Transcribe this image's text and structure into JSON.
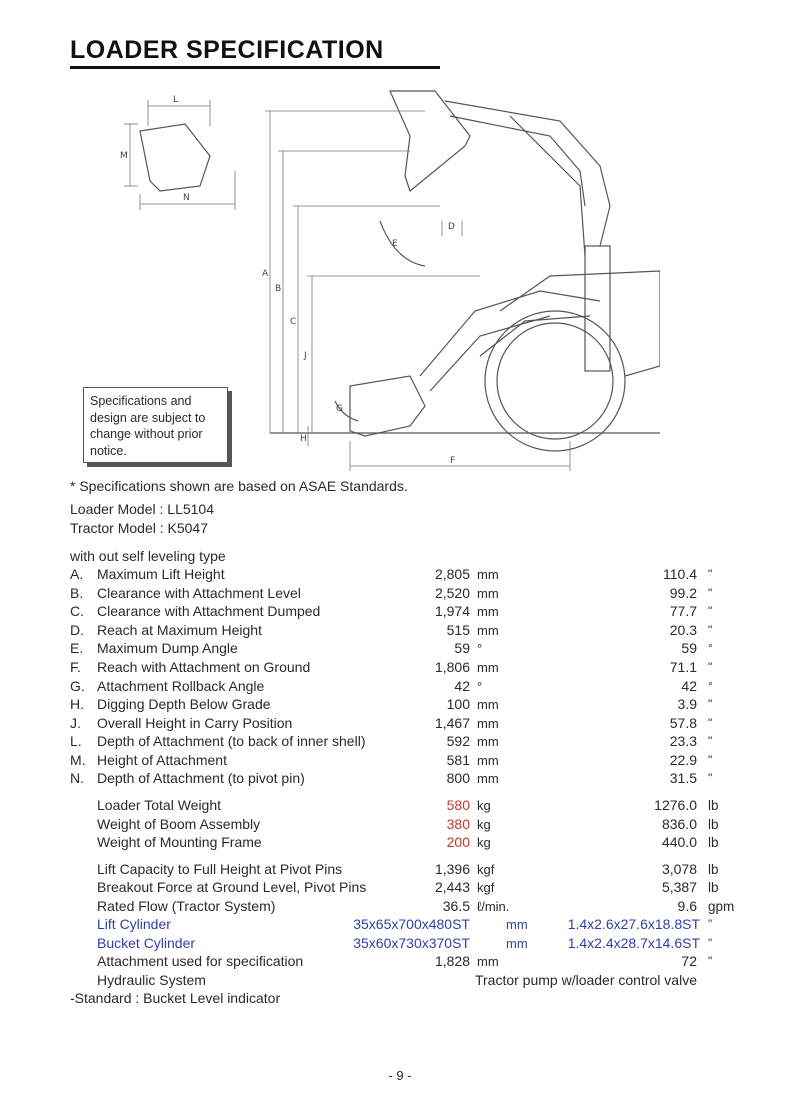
{
  "title": "LOADER SPECIFICATION",
  "diagram": {
    "labels": {
      "A": "A",
      "B": "B",
      "C": "C",
      "D": "D",
      "E": "E",
      "F": "F",
      "G": "G",
      "H": "H",
      "J": "J",
      "L": "L",
      "M": "M",
      "N": "N"
    }
  },
  "notice": "Specifications and design are subject to change without prior notice.",
  "asae_note": "* Specifications shown are based on ASAE Standards.",
  "loader_model": "Loader Model : LL5104",
  "tractor_model": "Tractor Model : K5047",
  "section_label": "with out self leveling type",
  "specs": [
    {
      "letter": "A.",
      "label": "Maximum Lift Height",
      "metric": "2,805",
      "munit": "mm",
      "imp": "110.4",
      "iunit": "\""
    },
    {
      "letter": "B.",
      "label": "Clearance with Attachment Level",
      "metric": "2,520",
      "munit": "mm",
      "imp": "99.2",
      "iunit": "\""
    },
    {
      "letter": "C.",
      "label": "Clearance with Attachment Dumped",
      "metric": "1,974",
      "munit": "mm",
      "imp": "77.7",
      "iunit": "\""
    },
    {
      "letter": "D.",
      "label": "Reach at Maximum Height",
      "metric": "515",
      "munit": "mm",
      "imp": "20.3",
      "iunit": "\""
    },
    {
      "letter": "E.",
      "label": "Maximum Dump Angle",
      "metric": "59",
      "munit": "°",
      "imp": "59",
      "iunit": "°"
    },
    {
      "letter": "F.",
      "label": "Reach with Attachment on Ground",
      "metric": "1,806",
      "munit": "mm",
      "imp": "71.1",
      "iunit": "\""
    },
    {
      "letter": "G.",
      "label": "Attachment Rollback Angle",
      "metric": "42",
      "munit": "°",
      "imp": "42",
      "iunit": "°"
    },
    {
      "letter": "H.",
      "label": "Digging Depth Below Grade",
      "metric": "100",
      "munit": "mm",
      "imp": "3.9",
      "iunit": "\""
    },
    {
      "letter": "J.",
      "label": "Overall Height in Carry Position",
      "metric": "1,467",
      "munit": "mm",
      "imp": "57.8",
      "iunit": "\""
    },
    {
      "letter": "L.",
      "label": "Depth of Attachment (to back of inner shell)",
      "metric": "592",
      "munit": "mm",
      "imp": "23.3",
      "iunit": "\""
    },
    {
      "letter": "M.",
      "label": "Height of Attachment",
      "metric": "581",
      "munit": "mm",
      "imp": "22.9",
      "iunit": "\""
    },
    {
      "letter": "N.",
      "label": "Depth of Attachment (to pivot pin)",
      "metric": "800",
      "munit": "mm",
      "imp": "31.5",
      "iunit": "\""
    }
  ],
  "weights": [
    {
      "label": "Loader Total Weight",
      "metric": "580",
      "munit": "kg",
      "imp": "1276.0",
      "iunit": "lb"
    },
    {
      "label": "Weight of Boom Assembly",
      "metric": "380",
      "munit": "kg",
      "imp": "836.0",
      "iunit": "lb"
    },
    {
      "label": "Weight of Mounting Frame",
      "metric": "200",
      "munit": "kg",
      "imp": "440.0",
      "iunit": "lb"
    }
  ],
  "performance": [
    {
      "label": "Lift Capacity to Full Height at Pivot Pins",
      "metric": "1,396",
      "munit": "kgf",
      "imp": "3,078",
      "iunit": "lb"
    },
    {
      "label": "Breakout Force at Ground Level, Pivot Pins",
      "metric": "2,443",
      "munit": "kgf",
      "imp": "5,387",
      "iunit": "lb"
    },
    {
      "label": "Rated Flow (Tractor System)",
      "metric": "36.5",
      "munit": "ℓ/min.",
      "imp": "9.6",
      "iunit": "gpm"
    },
    {
      "label": "Lift Cylinder",
      "metric": "35x65x700x480ST",
      "munit": "mm",
      "imp": "1.4x2.6x27.6x18.8ST",
      "iunit": "\""
    },
    {
      "label": "Bucket Cylinder",
      "metric": "35x60x730x370ST",
      "munit": "mm",
      "imp": "1.4x2.4x28.7x14.6ST",
      "iunit": "\""
    },
    {
      "label": "Attachment used for specification",
      "metric": "1,828",
      "munit": "mm",
      "imp": "72",
      "iunit": "\""
    }
  ],
  "hydraulic": {
    "label": "Hydraulic System",
    "value": "Tractor pump w/loader control valve"
  },
  "standard": "-Standard : Bucket Level indicator",
  "page_number": "- 9 -",
  "colors": {
    "weight_red": "#c0392b",
    "cylinder_blue": "#2f3fa8"
  }
}
